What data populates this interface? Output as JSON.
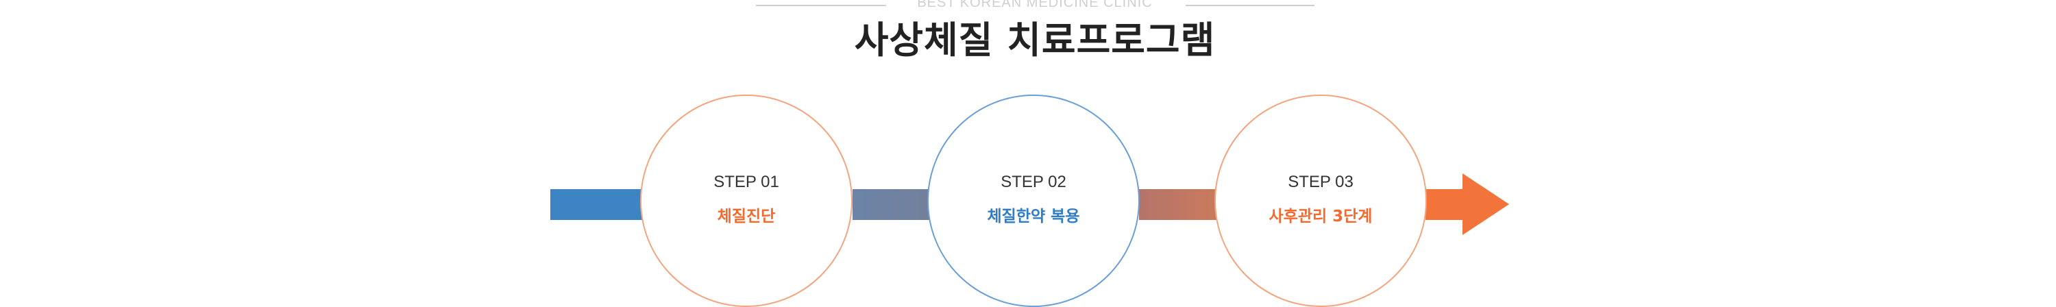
{
  "header": {
    "eyebrow": "BEST KOREAN MEDICINE CLINIC",
    "title": "사상체질 치료프로그램"
  },
  "steps": [
    {
      "number": "STEP 01",
      "name": "체질진단"
    },
    {
      "number": "STEP 02",
      "name": "체질한약 복용"
    },
    {
      "number": "STEP 03",
      "name": "사후관리 3단계"
    }
  ],
  "colors": {
    "blue": "#3d84c4",
    "orange": "#f3743a",
    "title": "#222222",
    "eyebrow": "#cfcfcf"
  },
  "icons": {
    "flow_end": "arrow-right-icon"
  }
}
